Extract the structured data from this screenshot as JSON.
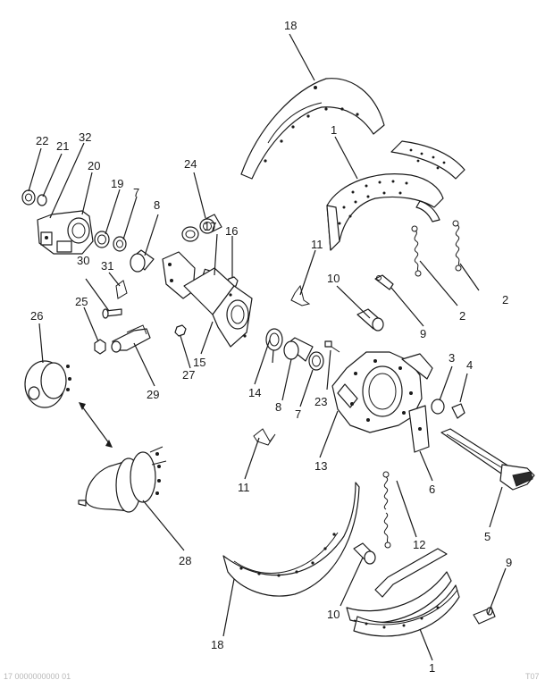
{
  "callouts": [
    {
      "id": "c1a",
      "text": "1"
    },
    {
      "id": "c1b",
      "text": "1"
    },
    {
      "id": "c2a",
      "text": "2"
    },
    {
      "id": "c2b",
      "text": "2"
    },
    {
      "id": "c3",
      "text": "3"
    },
    {
      "id": "c4",
      "text": "4"
    },
    {
      "id": "c5",
      "text": "5"
    },
    {
      "id": "c6",
      "text": "6"
    },
    {
      "id": "c7a",
      "text": "7"
    },
    {
      "id": "c7b",
      "text": "7"
    },
    {
      "id": "c8a",
      "text": "8"
    },
    {
      "id": "c8b",
      "text": "8"
    },
    {
      "id": "c9a",
      "text": "9"
    },
    {
      "id": "c9b",
      "text": "9"
    },
    {
      "id": "c10a",
      "text": "10"
    },
    {
      "id": "c10b",
      "text": "10"
    },
    {
      "id": "c11a",
      "text": "11"
    },
    {
      "id": "c11b",
      "text": "11"
    },
    {
      "id": "c12",
      "text": "12"
    },
    {
      "id": "c13",
      "text": "13"
    },
    {
      "id": "c14",
      "text": "14"
    },
    {
      "id": "c15",
      "text": "15"
    },
    {
      "id": "c16",
      "text": "16"
    },
    {
      "id": "c17",
      "text": "17"
    },
    {
      "id": "c18a",
      "text": "18"
    },
    {
      "id": "c18b",
      "text": "18"
    },
    {
      "id": "c19",
      "text": "19"
    },
    {
      "id": "c20",
      "text": "20"
    },
    {
      "id": "c21",
      "text": "21"
    },
    {
      "id": "c22",
      "text": "22"
    },
    {
      "id": "c23",
      "text": "23"
    },
    {
      "id": "c24",
      "text": "24"
    },
    {
      "id": "c25",
      "text": "25"
    },
    {
      "id": "c26",
      "text": "26"
    },
    {
      "id": "c27",
      "text": "27"
    },
    {
      "id": "c28",
      "text": "28"
    },
    {
      "id": "c29",
      "text": "29"
    },
    {
      "id": "c30",
      "text": "30"
    },
    {
      "id": "c31",
      "text": "31"
    },
    {
      "id": "c32",
      "text": "32"
    }
  ],
  "footer": {
    "left_code": "17 0000000000 01",
    "right_code": "T07"
  }
}
